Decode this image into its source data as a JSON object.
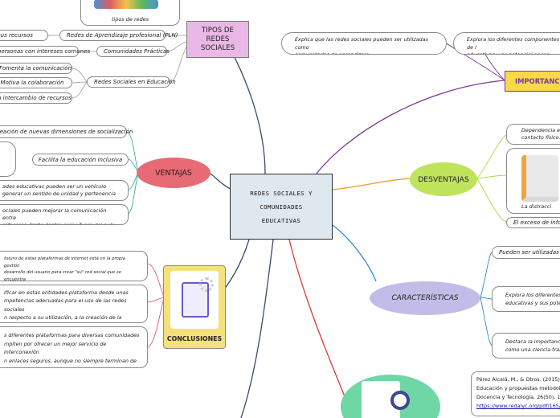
{
  "center": {
    "title": "REDES SOCIALES Y\nCOMUNIDADES\nEDUCATIVAS"
  },
  "tipos": {
    "title": "TIPOS DE REDES SOCIALES",
    "image_caption": "tipos de redes",
    "children": [
      {
        "label": "Redes de Aprendizaje profesional (PLN)",
        "leaf": "sus recursos"
      },
      {
        "label": "Comunidades Prácticas",
        "leaf": "personas con intereses comunes"
      },
      {
        "label": "Redes Sociales en Educación",
        "leaves": [
          "Fomenta la comunicación",
          "Motiva la colaboración",
          "n intercambio de recursos"
        ]
      }
    ]
  },
  "ventajas": {
    "title": "VENTAJAS",
    "items": [
      "creación de nuevas dimensiones de socialización",
      "Facilita la educación inclusiva",
      "ades educativas pueden ser un vehículo\ngenerar un sentido de unidad y pertenencia",
      "ociales pueden mejorar la comunicación entre\nrofesores, tanto dentro como fuera del aula"
    ]
  },
  "conclusiones": {
    "title": "CONCLUSIONES",
    "items": [
      "futuro de estas plataformas de internet está en la propia gestión\ndesarrollo del usuario para crear \"su\" red social que se encuentra\ntribuida en una \"nube\" de servidores, como si fueran sistemas.",
      "ificar en estas entidades-plataforma desde unas\nmpetencias adecuadas para el uso de las redes sociales\nn respecto a su utilización, a la creación de la identidad\nigital, a la buena gestión y compartición de los datos.",
      "s diferentes plataformas para diversas comunidades\nmpiten por ofrecer un mejor servicio de interconexión\nn enlaces seguros, aunque no siempre terminan de dar\nmejor servicio."
    ]
  },
  "importancia": {
    "title": "IMPORTANCIA",
    "items": [
      "Explica que las redes sociales pueden ser utilizadas como\ncomunidades de aprendizaje",
      "Explora los diferentes componentes de l\neducativas y su potencial en las institu"
    ]
  },
  "desventajas": {
    "title": "DESVENTAJAS",
    "items": [
      "Dependencia el\ncontacto físico.",
      "La distracci",
      "El exceso de infor"
    ]
  },
  "caracteristicas": {
    "title": "CARACTERÍSTICAS",
    "items": [
      "Pueden ser utilizadas com",
      "Explora los diferentes c\neducativas y sus poten",
      "Destaca la importancia\ncomo una ciencia trans"
    ]
  },
  "referencia": {
    "lines": [
      "Pérez Alcalá, M., & Otros. (2015). ",
      "Educación y propuestas metodológi",
      "Docencia y Tecnología, 26(50), 186"
    ],
    "link": "https://www.redalyc.org/pdf/165/165"
  },
  "colors": {
    "tipos": "#e9b8e6",
    "ventajas": "#e86a74",
    "conclusiones": "#f5e07e",
    "importancia": "#f9d84a",
    "desventajas": "#bfe35a",
    "caracteristicas": "#c2bde8",
    "center": "#dfe8ef"
  }
}
